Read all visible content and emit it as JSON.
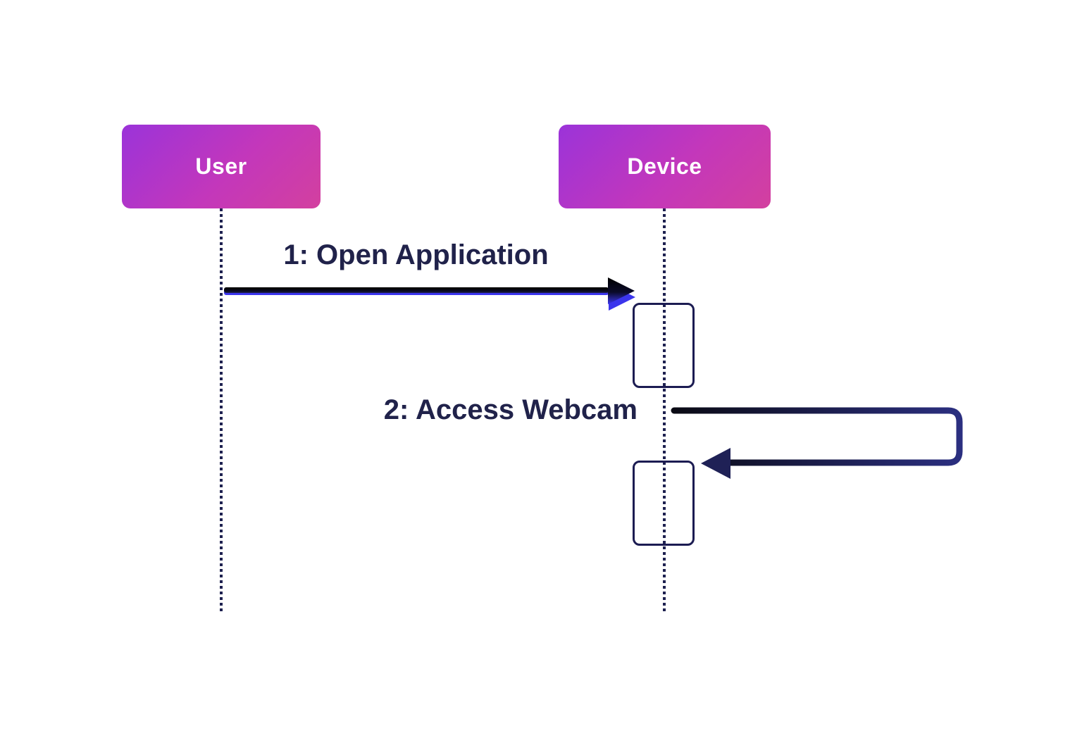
{
  "diagram": {
    "type": "uml-sequence-diagram",
    "actors": [
      {
        "id": "user",
        "label": "User"
      },
      {
        "id": "device",
        "label": "Device"
      }
    ],
    "messages": [
      {
        "seq": 1,
        "label": "1: Open Application",
        "from": "user",
        "to": "device",
        "kind": "solid-arrow"
      },
      {
        "seq": 2,
        "label": "2: Access Webcam",
        "from": "device",
        "to": "device",
        "kind": "self-message"
      }
    ],
    "activations": [
      {
        "actor": "device",
        "after_message": 1
      },
      {
        "actor": "device",
        "after_message": 2
      }
    ],
    "colors": {
      "background": "#ffffff",
      "actor_gradient_start": "#9b33d9",
      "actor_gradient_end": "#d3409f",
      "actor_text": "#ffffff",
      "message_text": "#20224a",
      "line_black": "#000000",
      "line_navy": "#1f2156",
      "loop_navy": "#2b2f80",
      "blue_accent": "#3b35ec",
      "lifeline": "#1e2150"
    }
  }
}
